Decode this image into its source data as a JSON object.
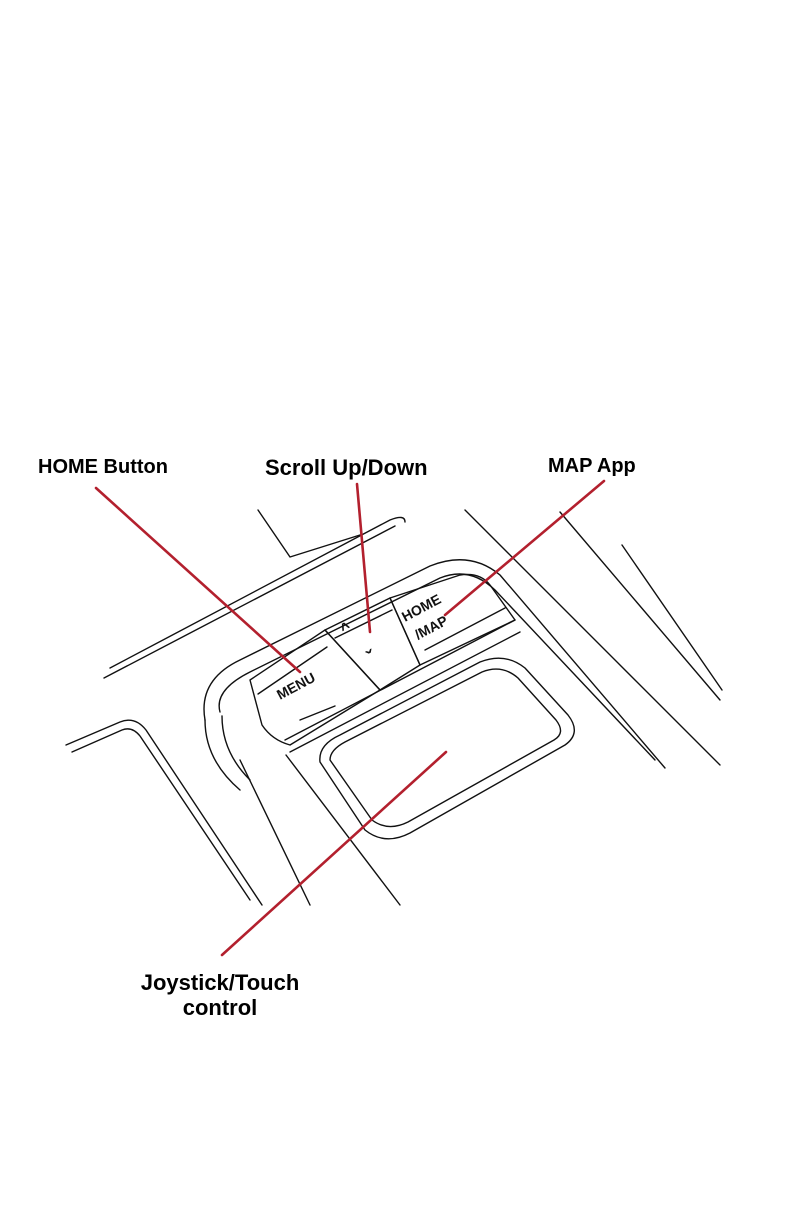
{
  "callouts": {
    "home_button": "HOME Button",
    "scroll": "Scroll Up/Down",
    "map_app": "MAP App",
    "joystick_line1": "Joystick/Touch",
    "joystick_line2": "control"
  },
  "buttons": {
    "menu": "MENU",
    "home_map_line1": "HOME",
    "home_map_line2": "/MAP",
    "up_glyph": "^",
    "down_glyph": "ˇ"
  },
  "colors": {
    "leader_line": "#b3202e",
    "line_art": "#111111",
    "background": "#ffffff"
  }
}
